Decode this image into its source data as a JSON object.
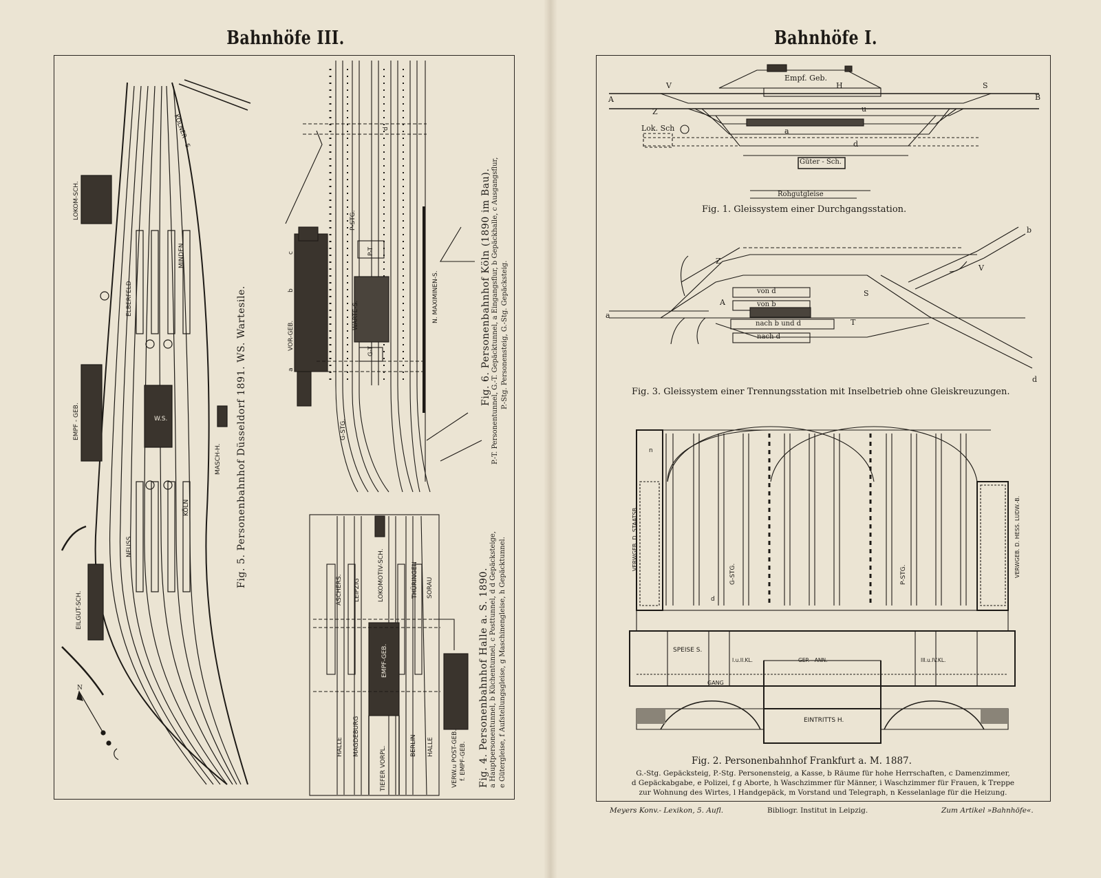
{
  "left_page": {
    "title": "Bahnhöfe III.",
    "fig5": {
      "caption": "Fig. 5.   Personenbahnhof Düsseldorf 1891.   WS. Wartesile.",
      "labels": [
        "KÖLNER - S.",
        "LOKOM-SCH.",
        "ELBERFELD",
        "MINDEN",
        "EMPF - GEB.",
        "W.S.",
        "MASCH-H.",
        "NEUSS",
        "KÖLN",
        "EILGUT-SCH.",
        "N"
      ]
    },
    "fig6": {
      "caption": "Fig. 6.   Personenbahnhof Köln (1890 im Bau).",
      "legend": [
        "P.-T. Personentunnel, G.-T. Gepäcktunnel, a Eingangsflur, b Gepäckhalle, c Ausgangsflur,",
        "P.-Stg. Personensteig, G.-Stg. Gepäcksteig."
      ],
      "labels": [
        "VOR-GEB.",
        "WARTE-S.",
        "N. MAXIMINEN-S.",
        "P-STG.",
        "G-STG.",
        "P-T",
        "G-T",
        "a",
        "b",
        "c",
        "d"
      ]
    },
    "fig4": {
      "caption": "Fig. 4.   Personenbahnhof Halle a. S. 1890.",
      "legend": [
        "a Hauptpersonentunnel, b Küchentunnel, c Posttunnel, d d Gepäcksteige,",
        "e Gütergleise, f Aufstellungsgleise, g Maschinengleise, h Gepäcktunnel."
      ],
      "labels": [
        "ASCHERS.",
        "LEIPZIG",
        "LOKOMOTIV-SCH.",
        "THÜRINGEN",
        "SORAU",
        "HALLE",
        "MAGDEBURG",
        "TIEFER VORPL.",
        "EMPF-GEB.",
        "BERLIN",
        "HALLE",
        "VERW.u POST-GEB.",
        "f. EMPF-GEB."
      ]
    }
  },
  "right_page": {
    "title": "Bahnhöfe I.",
    "fig1": {
      "caption": "Fig. 1.   Gleissystem einer Durchgangsstation.",
      "labels": [
        "Empf. Geb.",
        "A",
        "B",
        "V",
        "S",
        "H",
        "Z",
        "u",
        "a",
        "d",
        "Lok. Sch",
        "Güter - Sch.",
        "Rohgutgleise"
      ]
    },
    "fig3": {
      "caption": "Fig. 3.   Gleissystem einer Trennungsstation mit Inselbetrieb ohne Gleiskreuzungen.",
      "labels": [
        "Z",
        "S",
        "b",
        "V",
        "von d",
        "von b",
        "nach b und d",
        "nach d",
        "A",
        "a",
        "T",
        "d"
      ]
    },
    "fig2": {
      "caption": "Fig. 2.   Personenbahnhof Frankfurt a. M.   1887.",
      "legend": [
        "G.-Stg. Gepäcksteig, P.-Stg. Personensteig, a Kasse, b Räume für hohe Herrschaften, c Damenzimmer,",
        "d Gepäckabgabe, e Polizei, f g Aborte, h Waschzimmer für Männer, i Waschzimmer für Frauen, k Treppe",
        "zur Wohnung des Wirtes, l Handgepäck, m Vorstand und Telegraph, n Kesselanlage für die Heizung."
      ],
      "labels": [
        "VERWGEB. D. STAATSB.",
        "VERWGEB. D. HESS. LUDW.-B.",
        "G-STG.",
        "P-STG.",
        "SPEISE S.",
        "I.u.II.KL.",
        "III.u.IV.KL.",
        "GEP. - ANN.",
        "GANG",
        "EINTRITTS H.",
        "n",
        "d"
      ]
    }
  },
  "footer": {
    "left": "Meyers Konv.- Lexikon, 5. Aufl.",
    "center": "Bibliogr. Institut in Leipzig.",
    "right": "Zum Artikel »Bahnhöfe«."
  },
  "colors": {
    "paper": "#ebe4d3",
    "ink": "#1d1a16",
    "edge": "#d9d0bd"
  }
}
